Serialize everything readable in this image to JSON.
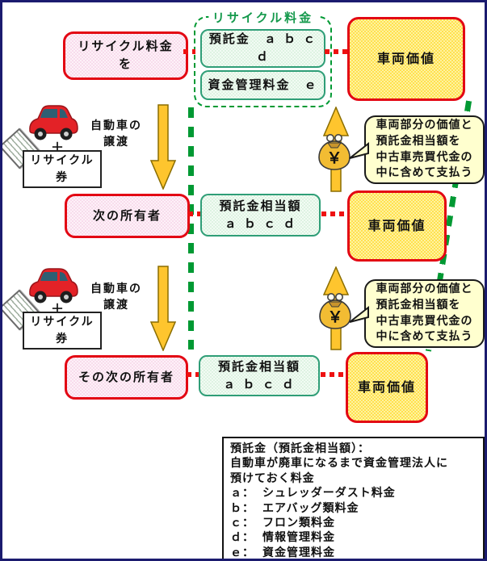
{
  "colors": {
    "frame_navy": "#1b1b6f",
    "red_border": "#e30613",
    "green_dash": "#009933",
    "green_box_border": "#2f9e77",
    "yellow_fill": "#ffe14f",
    "pink_fill": "#f8dcec",
    "arrow_gold": "#fec52e",
    "bubble_fill": "#ffffcf"
  },
  "row1": {
    "left": "リサイクル料金\nを",
    "group_label": "リサイクル料金",
    "mid_top": "預託金　ａ ｂ ｃ ｄ",
    "mid_bottom": "資金管理料金　ｅ",
    "right": "車両価値"
  },
  "row2": {
    "left": "次の所有者",
    "mid": "預託金相当額\nａ ｂ ｃ ｄ",
    "right": "車両価値"
  },
  "row3": {
    "left": "その次の所有者",
    "mid": "預託金相当額\nａ ｂ ｃ ｄ",
    "right": "車両価値"
  },
  "transfer": {
    "label": "自動車の\n譲渡",
    "plus": "＋",
    "ticket": "リサイクル\n券"
  },
  "bubble": {
    "text": "車両部分の価値と\n預託金相当額を\n中古車売買代金の\n中に含めて支払う"
  },
  "money_bag": {
    "symbol": "￥"
  },
  "legend": {
    "title": "預託金（預託金相当額）：",
    "desc": "自動車が廃車になるまで資金管理法人に\n預けておく料金",
    "items": [
      {
        "key": "ａ：",
        "value": "シュレッダーダスト料金"
      },
      {
        "key": "ｂ：",
        "value": "エアバッグ類料金"
      },
      {
        "key": "ｃ：",
        "value": "フロン類料金"
      },
      {
        "key": "ｄ：",
        "value": "情報管理料金"
      },
      {
        "key": "ｅ：",
        "value": "資金管理料金"
      }
    ]
  }
}
